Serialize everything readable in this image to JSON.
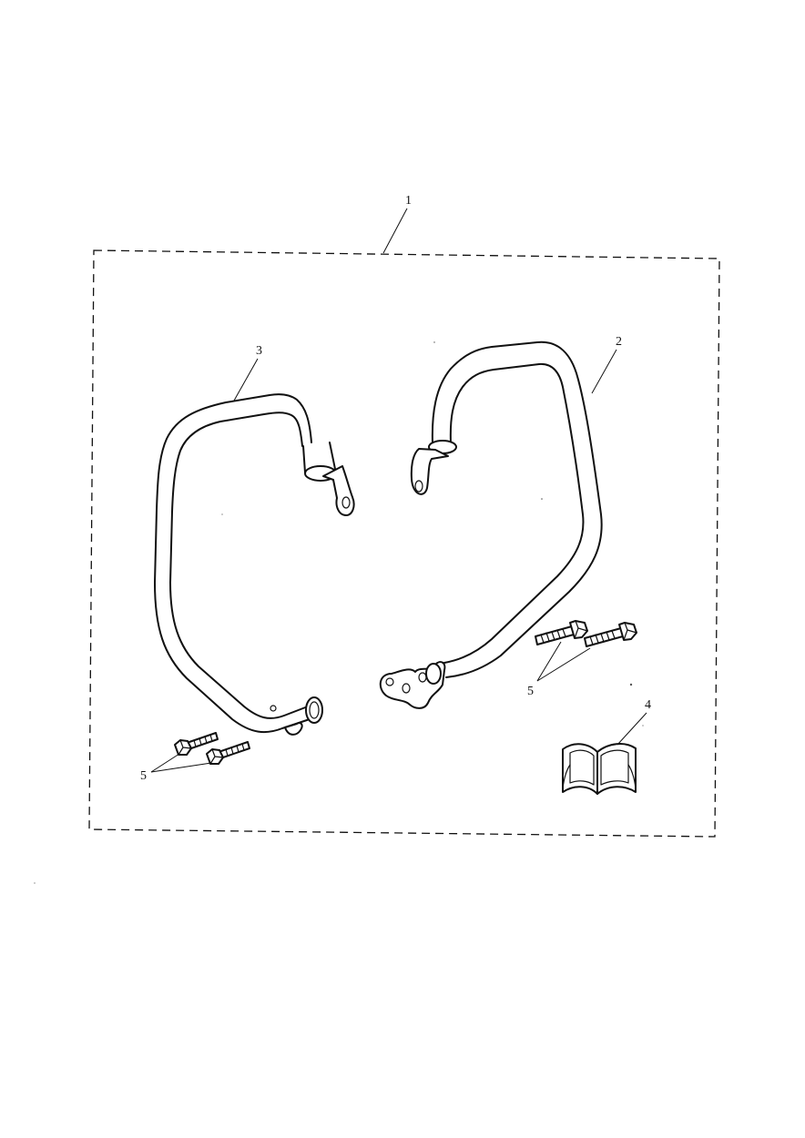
{
  "callouts": {
    "kit": "1",
    "right_bar": "2",
    "left_bar": "3",
    "instructions": "4",
    "bolts_right": "5",
    "bolts_left": "5"
  }
}
